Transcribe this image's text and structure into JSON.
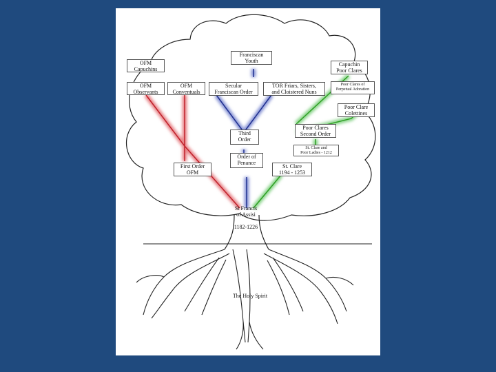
{
  "colors": {
    "background": "#1f4a7e",
    "paper": "#ffffff",
    "first_order_line": "#c0202a",
    "secular_line": "#1f2f8f",
    "second_order_line": "#2ea023",
    "outline": "#222222"
  },
  "nodes": {
    "ofm_capuchins": "OFM\nCapuchins",
    "ofm_observants": "OFM\nObservants",
    "ofm_conventuals": "OFM\nConventuals",
    "franciscan_youth": "Franciscan\nYouth",
    "secular_order": "Secular\nFranciscan Order",
    "tor": "TOR Friars, Sisters,\nand Cloistered Nuns",
    "capuchin_poor_clares": "Capuchin\nPoor Clares",
    "perpetual_adoration": "Poor Clares of\nPerpetual Adoration",
    "poor_clare_colettines": "Poor Clare\nColettines",
    "poor_clares_second_order": "Poor Clares\nSecond Order",
    "third_order": "Third\nOrder",
    "st_clare_poor_ladies": "St. Clare and\nPoor Ladies - 1212",
    "order_of_penance": "Order of\nPenance",
    "st_clare": "St. Clare\n1194 - 1253",
    "first_order": "First Order\nOFM",
    "st_francis": "St Francis\nof Assisi",
    "st_francis_dates": "1182-1226",
    "holy_spirit": "The Holy Spirit"
  }
}
